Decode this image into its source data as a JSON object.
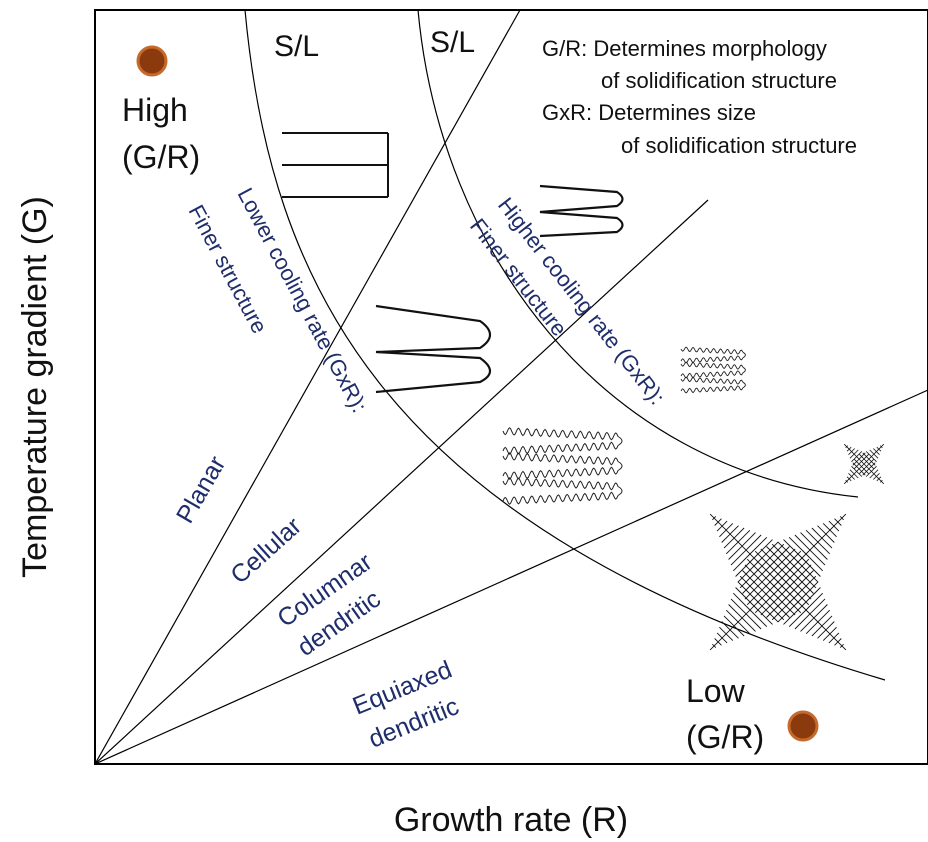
{
  "axes": {
    "x_label": "Growth rate (R)",
    "y_label": "Temperature gradient (G)"
  },
  "corners": {
    "high_line1": "High",
    "high_line2": "(G/R)",
    "low_line1": "Low",
    "low_line2": "(G/R)"
  },
  "interfaces": {
    "sl_left": "S/L",
    "sl_right": "S/L"
  },
  "legend": {
    "gr_line1": "G/R: Determines morphology",
    "gr_line2": "of solidification structure",
    "gxr_line1": "GxR: Determines size",
    "gxr_line2": "of solidification structure"
  },
  "regions": {
    "planar": "Planar",
    "cellular": "Cellular",
    "columnar_line1": "Columnar",
    "columnar_line2": "dendritic",
    "equiaxed_line1": "Equiaxed",
    "equiaxed_line2": "dendritic"
  },
  "cooling": {
    "lower_line1": "Lower cooling rate (GxR):",
    "lower_line2": "Finer structure",
    "higher_line1": "Higher cooling rate (GxR):",
    "higher_line2": "Finer structure"
  },
  "colors": {
    "text_label": "#1f2d6b",
    "text_dark": "#111111",
    "marker_fill": "#8b3a0e",
    "marker_stroke": "#c56a2a",
    "line": "#000000"
  },
  "icons": {
    "marker": "circle-dot",
    "planar": "planar-front",
    "cellular": "cellular-cells",
    "columnar": "columnar-dendrites",
    "equiaxed": "equiaxed-dendrite"
  }
}
